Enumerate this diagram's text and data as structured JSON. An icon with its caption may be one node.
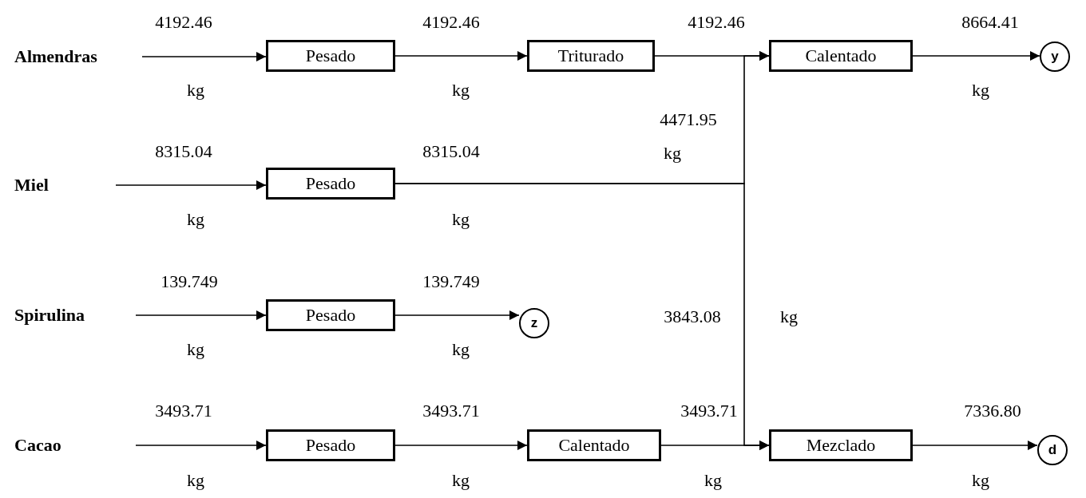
{
  "diagram": {
    "nodes": [
      {
        "text": [
          "Almendras"
        ]
      },
      {
        "text": [
          "Pesado"
        ]
      },
      {
        "text": [
          "Triturado"
        ]
      },
      {
        "text": [
          "Calentado"
        ]
      },
      {
        "text": [
          "y"
        ]
      },
      {
        "text": [
          "Miel"
        ]
      },
      {
        "text": [
          "Pesado"
        ]
      },
      {
        "text": [
          "Spirulina"
        ]
      },
      {
        "text": [
          "Pesado"
        ]
      },
      {
        "text": [
          "z"
        ]
      },
      {
        "text": [
          "Cacao"
        ]
      },
      {
        "text": [
          "Pesado"
        ]
      },
      {
        "text": [
          "Calentado"
        ]
      },
      {
        "text": [
          "Mezclado"
        ]
      },
      {
        "text": [
          "d"
        ]
      }
    ],
    "edges": [
      {
        "from": 0,
        "to": 1,
        "arrow": "to"
      },
      {
        "from": 1,
        "to": 2,
        "arrow": "to"
      },
      {
        "from": 2,
        "to": 3,
        "arrow": "to"
      },
      {
        "from": 3,
        "to": 4,
        "arrow": "to"
      },
      {
        "from": 5,
        "to": 6,
        "arrow": "to"
      },
      {
        "from": 6,
        "to": 3,
        "arrow": "to"
      },
      {
        "from": 6,
        "to": 13,
        "arrow": "to"
      },
      {
        "from": 7,
        "to": 8,
        "arrow": "to"
      },
      {
        "from": 8,
        "to": 9,
        "arrow": "to"
      },
      {
        "from": 10,
        "to": 11,
        "arrow": "to"
      },
      {
        "from": 11,
        "to": 12,
        "arrow": "to"
      },
      {
        "from": 12,
        "to": 13,
        "arrow": "to"
      },
      {
        "from": 13,
        "to": 14,
        "arrow": "to"
      }
    ],
    "labels": [
      "4192.46",
      "4192.46",
      "4192.46",
      "8664.41",
      "kg",
      "kg",
      "kg",
      "4471.95",
      "8315.04",
      "8315.04",
      "kg",
      "kg",
      "kg",
      "139.749",
      "139.749",
      "3843.08",
      "kg",
      "kg",
      "kg",
      "3493.71",
      "3493.71",
      "3493.71",
      "7336.80",
      "kg",
      "kg",
      "kg",
      "kg"
    ]
  }
}
